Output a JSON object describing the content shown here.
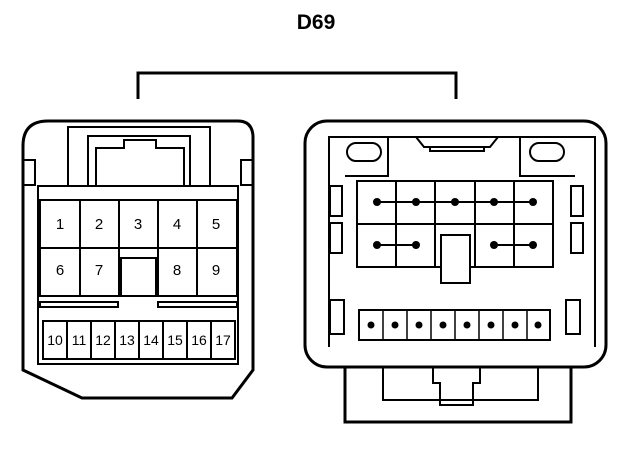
{
  "title": "D69",
  "left_connector": {
    "pins_upper": [
      "1",
      "2",
      "3",
      "4",
      "5"
    ],
    "pins_middle": [
      "6",
      "7",
      "8",
      "9"
    ],
    "pins_lower": [
      "10",
      "11",
      "12",
      "13",
      "14",
      "15",
      "16",
      "17"
    ]
  },
  "right_connector": {
    "dot_columns_upper": 5,
    "dot_row_lower_count": 8
  },
  "colors": {
    "line": "#000000",
    "background": "#ffffff"
  }
}
